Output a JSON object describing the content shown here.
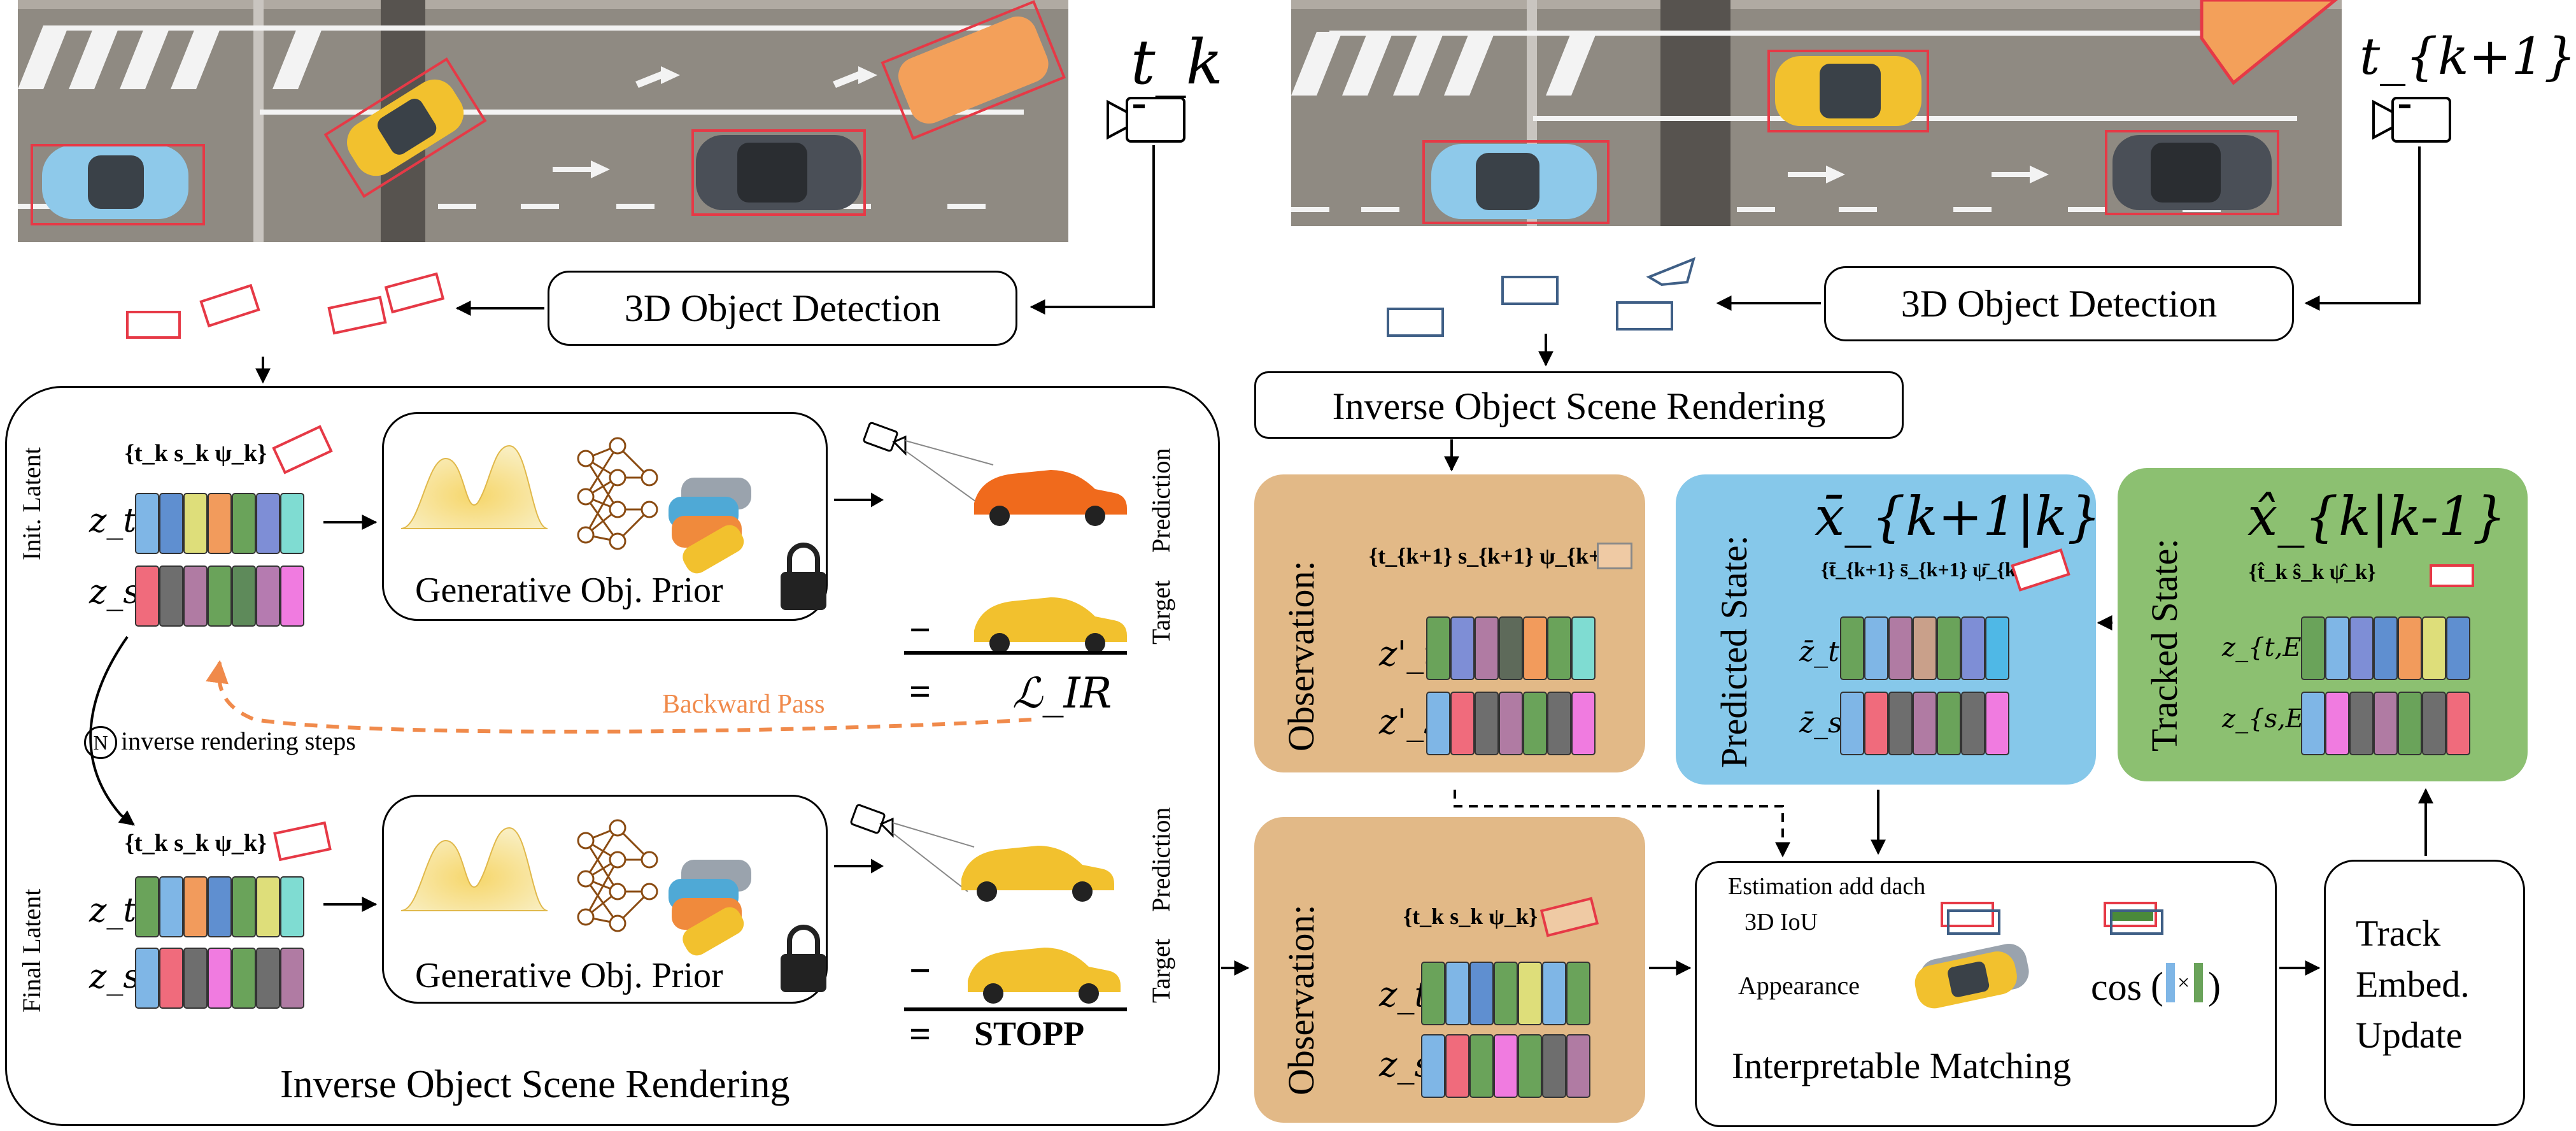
{
  "colors": {
    "road": "#8f8a82",
    "detection_red": "#e63946",
    "detection_blue": "#3f5f86",
    "backward_orange": "#f08a4b",
    "panel_tan": "#e2b987",
    "panel_blue": "#86c8ea",
    "panel_green": "#8cc071",
    "latent_t": [
      "#7fb6e6",
      "#5f8fd0",
      "#dede7a",
      "#f29b5c",
      "#6aa35a",
      "#7e8ed6",
      "#7fdcd2"
    ],
    "latent_s": [
      "#f06b7c",
      "#6e6e6e",
      "#b07ba3",
      "#6aa35a",
      "#5e8a5a",
      "#b57bb0",
      "#f07be0"
    ]
  },
  "frame_k": {
    "time_label": "t_k",
    "camera_icon": "camera-icon"
  },
  "frame_k1": {
    "time_label": "t_{k+1}",
    "camera_icon": "camera-icon"
  },
  "detection_k": {
    "label": "3D Object Detection"
  },
  "detection_k1": {
    "label": "3D Object Detection"
  },
  "ior_header": {
    "label": "Inverse Object Scene Rendering"
  },
  "ior_panel": {
    "title": "Inverse Object Scene Rendering",
    "init_side_label": "Init. Latent",
    "final_side_label": "Final Latent",
    "init_state": "{t_k s_k ψ_k}",
    "final_state": "{t_k s_k ψ_k}",
    "z_t": "z_t",
    "z_s": "z_s",
    "prior_label_1": "Generative Obj. Prior",
    "prior_label_2": "Generative Obj. Prior",
    "target_1": "Target",
    "prediction_1": "Prediction",
    "target_2": "Target",
    "prediction_2": "Prediction",
    "minus": "−",
    "equals": "=",
    "loss": "ℒ_IR",
    "stop": "STOPP",
    "backward_pass": "Backward Pass",
    "n_badge": "N",
    "steps_label": "inverse rendering steps"
  },
  "observation_top": {
    "title": "Observation:",
    "state": "{t_{k+1} s_{k+1} ψ_{k+1}}",
    "z_t": "z'_t",
    "z_s": "z'_s"
  },
  "predicted": {
    "title": "Predicted State:",
    "symbol": "x̄_{k+1|k}",
    "state": "{t̄_{k+1} s̄_{k+1} ψ̄_{k+1}}",
    "z_t": "z̄_t",
    "z_s": "z̄_s"
  },
  "tracked": {
    "title": "Tracked State:",
    "symbol": "x̂_{k|k-1}",
    "state": "{t̂_k ŝ_k ψ̂_k}",
    "z_t": "z_{t,EMA}",
    "z_s": "z_{s,EMA}"
  },
  "observation_bottom": {
    "title": "Observation:",
    "state": "{t_k s_k ψ_k}",
    "z_t": "z_t",
    "z_s": "z_s"
  },
  "matching": {
    "estimation_label": "Estimation add dach",
    "iou_label": "3D IoU",
    "appearance_label": "Appearance",
    "cos_label": "cos",
    "title": "Interpretable Matching"
  },
  "track_update": {
    "line1": "Track",
    "line2": "Embed.",
    "line3": "Update"
  }
}
